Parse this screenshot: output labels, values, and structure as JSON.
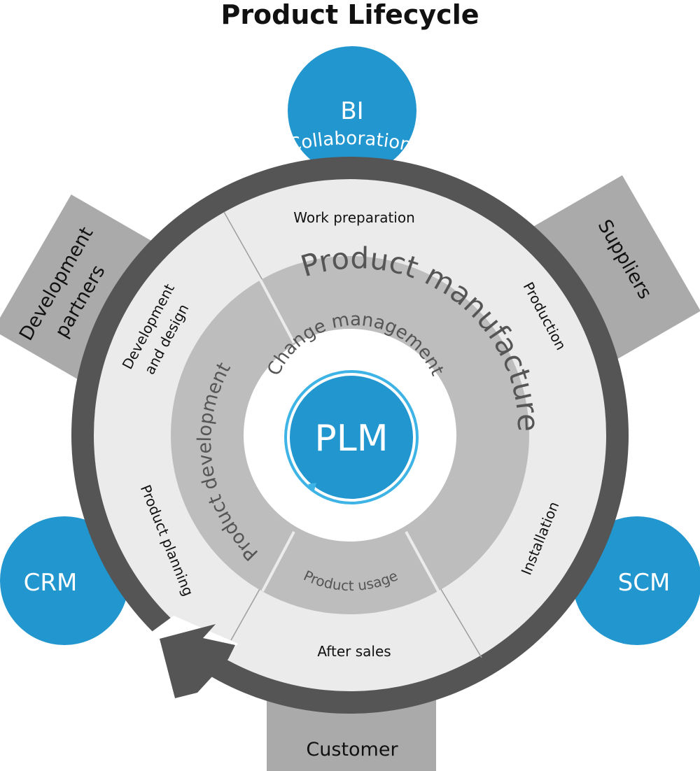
{
  "title": "Product Lifecycle",
  "satellites": {
    "bi": "BI",
    "crm": "CRM",
    "scm": "SCM"
  },
  "boxes": {
    "development_partners": [
      "Development",
      "partners"
    ],
    "suppliers": "Suppliers",
    "customer": "Customer"
  },
  "outer_ring": {
    "label": "Collaboration",
    "segments": {
      "work_preparation": "Work preparation",
      "production": "Production",
      "installation": "Installation",
      "after_sales": "After sales",
      "product_planning": "Product planning",
      "development_and_design": [
        "Development",
        "and design"
      ]
    }
  },
  "middle_ring": {
    "product_manufacture": "Product manufacture",
    "product_development": "Product development",
    "product_usage": "Product usage"
  },
  "core": {
    "change_management": "Change management",
    "plm": "PLM"
  },
  "colors": {
    "blue": "#2196CF",
    "light_blue": "#3DB4E5",
    "dark_gray": "#555555",
    "box_gray": "#AAAAAA",
    "light_gray": "#EBEBEB",
    "mid_gray": "#BDBDBD"
  }
}
